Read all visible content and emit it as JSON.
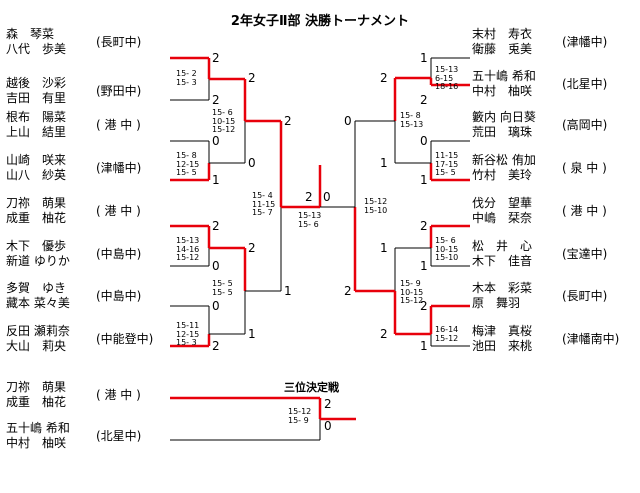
{
  "title": "2年女子Ⅱ部 決勝トーナメント",
  "left_pairs": [
    {
      "p1": "森　琴菜",
      "p2": "八代　歩美",
      "school": "(長町中)"
    },
    {
      "p1": "越後　沙彩",
      "p2": "吉田　有里",
      "school": "(野田中)"
    },
    {
      "p1": "根布　陽菜",
      "p2": "上山　結里",
      "school": "( 港 中 )"
    },
    {
      "p1": "山崎　咲来",
      "p2": "山八　紗英",
      "school": "(津幡中)"
    },
    {
      "p1": "刀祢　萌果",
      "p2": "成重　柚花",
      "school": "( 港 中 )"
    },
    {
      "p1": "木下　優歩",
      "p2": "新道 ゆりか",
      "school": "(中島中)"
    },
    {
      "p1": "多賀　ゆき",
      "p2": "藏本 菜々美",
      "school": "(中島中)"
    },
    {
      "p1": "反田 瀬莉奈",
      "p2": "大山　莉央",
      "school": "(中能登中)"
    }
  ],
  "right_pairs": [
    {
      "p1": "末村　寿衣",
      "p2": "衛藤　兎美",
      "school": "(津幡中)"
    },
    {
      "p1": "五十嶋 希和",
      "p2": "中村　柚咲",
      "school": "(北星中)"
    },
    {
      "p1": "籔内 向日葵",
      "p2": "荒田　璃珠",
      "school": "(高岡中)"
    },
    {
      "p1": "新谷松 侑加",
      "p2": "竹村　美玲",
      "school": "( 泉 中 )"
    },
    {
      "p1": "伐分　望華",
      "p2": "中嶋　栞奈",
      "school": "( 港 中 )"
    },
    {
      "p1": "松　井　心",
      "p2": "木下　佳音",
      "school": "(宝達中)"
    },
    {
      "p1": "木本　彩菜",
      "p2": "原　舞羽",
      "school": "(長町中)"
    },
    {
      "p1": "梅津　真桜",
      "p2": "池田　来桃",
      "school": "(津幡南中)"
    }
  ],
  "third_place": {
    "heading": "三位決定戦",
    "pairs": [
      {
        "p1": "刀祢　萌果",
        "p2": "成重　柚花",
        "school": "( 港 中 )"
      },
      {
        "p1": "五十嶋 希和",
        "p2": "中村　柚咲",
        "school": "(北星中)"
      }
    ],
    "sets": [
      "15-12",
      "15- 9"
    ],
    "scores": [
      "2",
      "0"
    ]
  },
  "scores": {
    "l_r1": [
      "2",
      "2",
      "0",
      "1",
      "2",
      "0",
      "0",
      "2"
    ],
    "l_r2": [
      "2",
      "0",
      "2",
      "1"
    ],
    "l_r3": [
      "2",
      "1"
    ],
    "final": [
      "2",
      "0"
    ],
    "r_r3": [
      "0",
      "2"
    ],
    "r_r2": [
      "2",
      "1",
      "1",
      "2"
    ],
    "r_r1": [
      "1",
      "2",
      "0",
      "1",
      "2",
      "1",
      "2",
      "1"
    ]
  },
  "sets": {
    "l1": [
      "15- 2",
      "15- 3"
    ],
    "l2": [
      "15- 8",
      "12-15",
      "15- 5"
    ],
    "l3": [
      "15-13",
      "14-16",
      "15-12"
    ],
    "l4": [
      "15-11",
      "12-15",
      "15- 3"
    ],
    "l5": [
      "15- 6",
      "10-15",
      "15-12"
    ],
    "l6": [
      "15- 5",
      "15- 5"
    ],
    "l7": [
      "15- 4",
      "11-15",
      "15- 7"
    ],
    "final": [
      "15-13",
      "15- 6"
    ],
    "final_r": [
      "15-12",
      "15-10"
    ],
    "r1": [
      "15-13",
      "6-15",
      "18-16"
    ],
    "r2": [
      "11-15",
      "17-15",
      "15- 5"
    ],
    "r3": [
      "15- 6",
      "10-15",
      "15-10"
    ],
    "r4": [
      "16-14",
      "15-12"
    ],
    "r5": [
      "15- 8",
      "15-13"
    ],
    "r6": [
      "15- 9",
      "10-15",
      "15-12"
    ]
  },
  "colors": {
    "win": "#e8000b",
    "line": "#000000"
  }
}
